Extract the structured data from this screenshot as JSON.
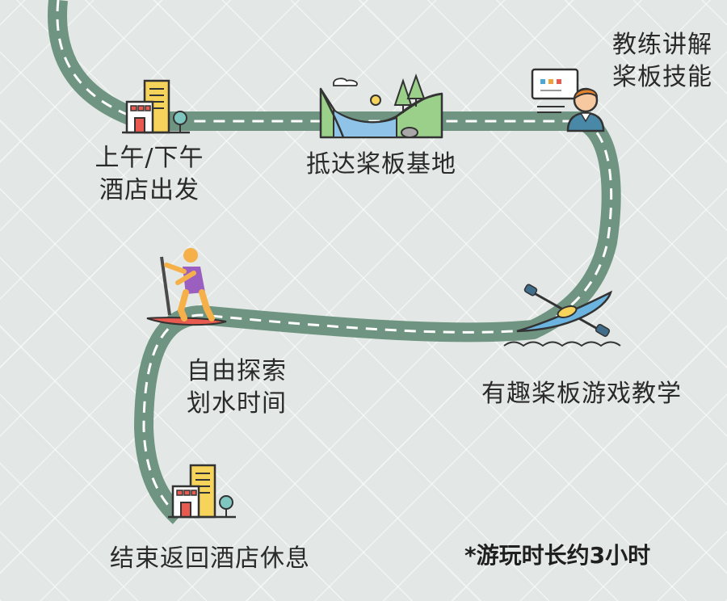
{
  "steps": [
    {
      "line1": "上午/下午",
      "line2": "酒店出发"
    },
    {
      "line1": "抵达桨板基地"
    },
    {
      "line1": "教练讲解",
      "line2": "桨板技能"
    },
    {
      "line1": "有趣桨板游戏教学"
    },
    {
      "line1": "自由探索",
      "line2": "划水时间"
    },
    {
      "line1": "结束返回酒店休息"
    }
  ],
  "note": "*游玩时长约3小时",
  "colors": {
    "road": "#6f9582",
    "road_dash": "#ffffff",
    "background": "#e3e8e6",
    "text": "#2a2a2a"
  },
  "icons": [
    "hotel-icon",
    "landscape-icon",
    "coach-icon",
    "kayak-icon",
    "paddleboarder-icon",
    "hotel-icon"
  ]
}
